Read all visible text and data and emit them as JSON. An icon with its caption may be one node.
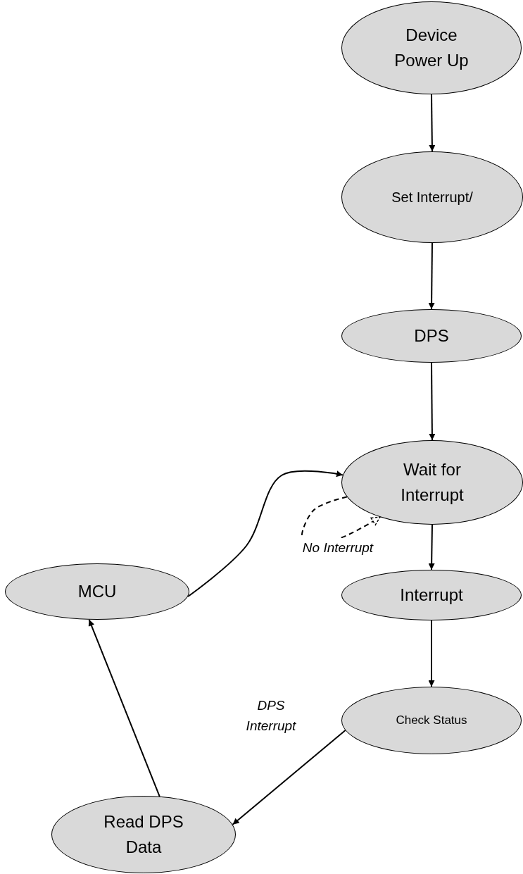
{
  "diagram": {
    "nodes": [
      {
        "text": [
          "Device Power Up"
        ]
      },
      {
        "text": [
          "Set Interrupt/"
        ]
      },
      {
        "text": [
          "DPS"
        ]
      },
      {
        "text": [
          "Wait for Interrupt"
        ]
      },
      {
        "text": [
          "MCU"
        ]
      },
      {
        "text": [
          "Interrupt"
        ]
      },
      {
        "text": [
          "Check Status"
        ]
      },
      {
        "text": [
          "Read DPS Data"
        ]
      }
    ],
    "edges": [
      {
        "from": 0,
        "to": 1,
        "arrow": "to"
      },
      {
        "from": 1,
        "to": 2,
        "arrow": "to"
      },
      {
        "from": 2,
        "to": 3,
        "arrow": "to"
      },
      {
        "from": 3,
        "to": 5,
        "arrow": "to"
      },
      {
        "from": 3,
        "to": 3,
        "arrow": "to",
        "label": "No Interrupt",
        "style": "dashed"
      },
      {
        "from": 5,
        "to": 6,
        "arrow": "to"
      },
      {
        "from": 6,
        "to": 7,
        "arrow": "to",
        "label": "DPS Interrupt"
      },
      {
        "from": 7,
        "to": 4,
        "arrow": "to"
      },
      {
        "from": 4,
        "to": 3,
        "arrow": "to"
      }
    ]
  }
}
